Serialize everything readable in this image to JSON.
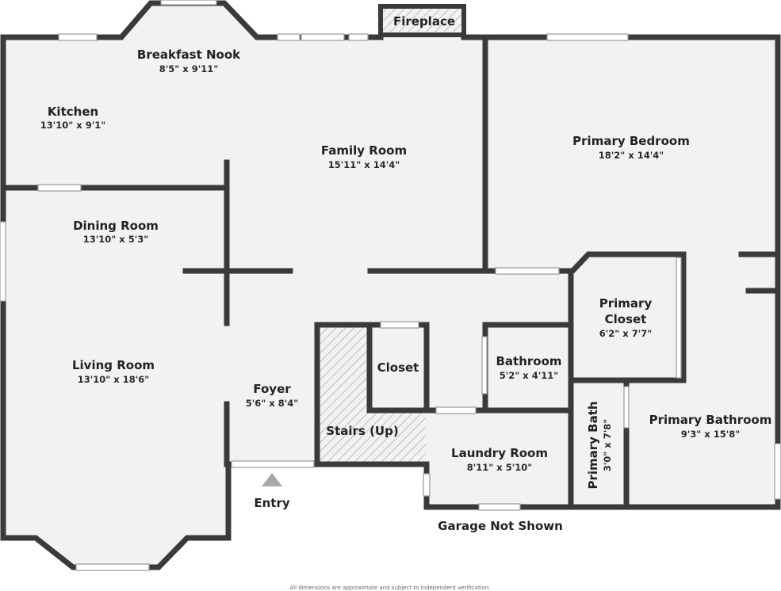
{
  "colors": {
    "floor": "#f2f2f2",
    "wall": "#3a3a3a",
    "window": "#ffffff",
    "hatch": "#bdbdbd"
  },
  "rooms": {
    "breakfast_nook": {
      "name": "Breakfast Nook",
      "dims": "8'5\" x 9'11\""
    },
    "kitchen": {
      "name": "Kitchen",
      "dims": "13'10\" x 9'1\""
    },
    "family_room": {
      "name": "Family Room",
      "dims": "15'11\" x 14'4\""
    },
    "primary_bedroom": {
      "name": "Primary Bedroom",
      "dims": "18'2\" x 14'4\""
    },
    "dining_room": {
      "name": "Dining Room",
      "dims": "13'10\" x 5'3\""
    },
    "primary_closet": {
      "name_line1": "Primary",
      "name_line2": "Closet",
      "dims": "6'2\" x 7'7\""
    },
    "living_room": {
      "name": "Living Room",
      "dims": "13'10\" x 18'6\""
    },
    "closet": {
      "name": "Closet"
    },
    "bathroom": {
      "name": "Bathroom",
      "dims": "5'2\" x 4'11\""
    },
    "foyer": {
      "name": "Foyer",
      "dims": "5'6\" x 8'4\""
    },
    "stairs": {
      "name": "Stairs (Up)"
    },
    "laundry_room": {
      "name": "Laundry Room",
      "dims": "8'11\" x 5'10\""
    },
    "primary_bath": {
      "name": "Primary Bath",
      "dims": "3'0\" x 7'8\""
    },
    "primary_bathroom": {
      "name": "Primary Bathroom",
      "dims": "9'3\" x 15'8\""
    }
  },
  "labels": {
    "fireplace": "Fireplace",
    "entry": "Entry",
    "garage": "Garage Not Shown",
    "footnote": "All dimensions are approximate and subject to independent verification."
  }
}
